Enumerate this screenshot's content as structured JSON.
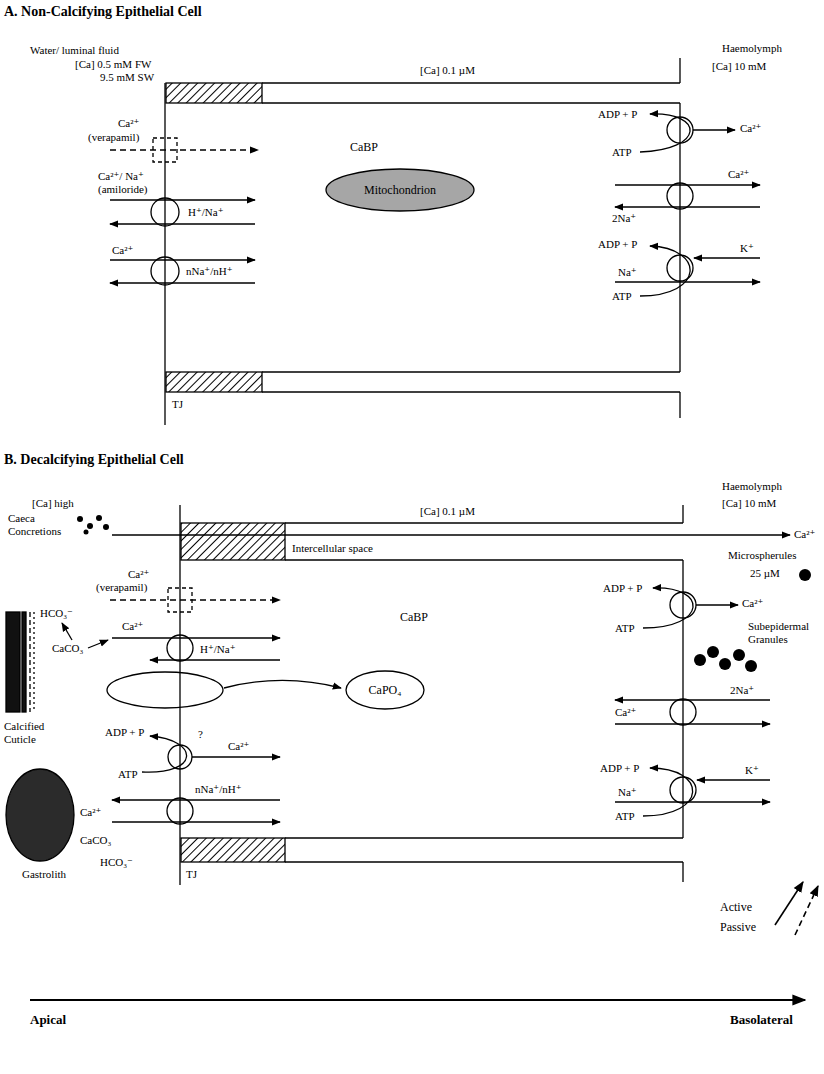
{
  "diagram": {
    "nodes": [
      {
        "text": [
          "CaBP"
        ]
      },
      {
        "text": [
          "Mitochondrion"
        ],
        "in": 0
      },
      {
        "text": [
          "CaBP"
        ]
      },
      {
        "text": [
          "CaPO₄"
        ],
        "in": 2
      }
    ],
    "labels": [
      "A. Non-Calcifying Epithelial Cell",
      "Water/ luminal fluid",
      "[Ca] 0.5 mM FW",
      "9.5 mM SW",
      "[Ca] 0.1 µM",
      "Haemolymph",
      "[Ca] 10 mM",
      "Ca²⁺",
      "(verapamil)",
      "Ca²⁺/ Na⁺",
      "(amiloride)",
      "H⁺/Na⁺",
      "Ca²⁺",
      "nNa⁺/nH⁺",
      "ADP + P",
      "ATP",
      "Ca²⁺",
      "Ca²⁺",
      "2Na⁺",
      "ADP + P",
      "K⁺",
      "Na⁺",
      "ATP",
      "TJ",
      "B. Decalcifying Epithelial Cell",
      "[Ca] high",
      "[Ca] 0.1 µM",
      "Haemolymph",
      "[Ca] 10 mM",
      "Caeca Concretions",
      "Intercellular space",
      "Ca²⁺",
      "Microspherules",
      "25 µM",
      "Ca²⁺",
      "(verapamil)",
      "HCO₃⁻",
      "Ca²⁺",
      "CaCO₃",
      "H⁺/Na⁺",
      "Calcified Cuticle",
      "ADP + P",
      "?",
      "ATP",
      "Ca²⁺",
      "nNa⁺/nH⁺",
      "Ca²⁺",
      "CaCO₃",
      "HCO₃⁻",
      "Gastrolith",
      "TJ",
      "ADP + P",
      "ATP",
      "Ca²⁺",
      "Subepidermal Granules",
      "2Na⁺",
      "Ca²⁺",
      "ADP + P",
      "K⁺",
      "Na⁺",
      "ATP",
      "Apical",
      "Basolateral"
    ],
    "legend": [
      {
        "text": "Active"
      },
      {
        "text": "Passive"
      }
    ]
  }
}
